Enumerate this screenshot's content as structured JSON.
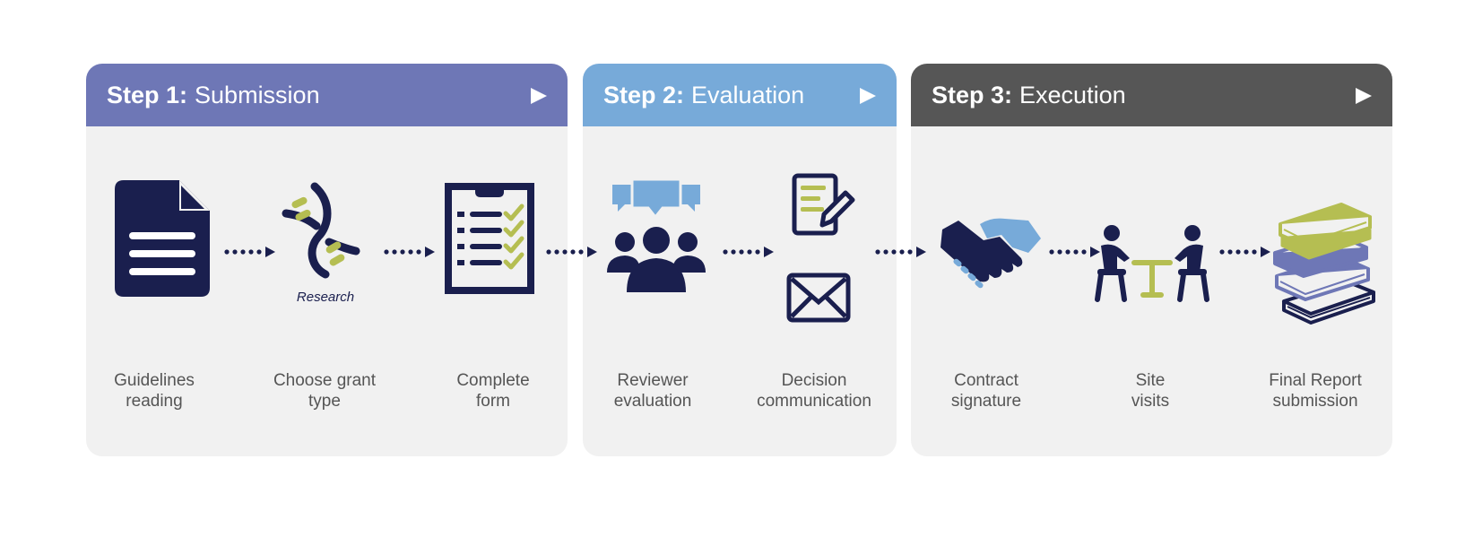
{
  "steps": [
    {
      "number": "Step 1:",
      "name": "Submission"
    },
    {
      "number": "Step 2:",
      "name": "Evaluation"
    },
    {
      "number": "Step 3:",
      "name": "Execution"
    }
  ],
  "items": [
    {
      "line1": "Guidelines",
      "line2": "reading",
      "icon": "document-icon"
    },
    {
      "line1": "Choose grant",
      "line2": "type",
      "icon": "dna-icon",
      "caption": "Research"
    },
    {
      "line1": "Complete",
      "line2": "form",
      "icon": "clipboard-checklist-icon"
    },
    {
      "line1": "Reviewer",
      "line2": "evaluation",
      "icon": "group-discussion-icon"
    },
    {
      "line1": "Decision",
      "line2": "communication",
      "icon": "letter-envelope-icon"
    },
    {
      "line1": "Contract",
      "line2": "signature",
      "icon": "handshake-icon"
    },
    {
      "line1": "Site",
      "line2": "visits",
      "icon": "meeting-table-icon"
    },
    {
      "line1": "Final Report",
      "line2": "submission",
      "icon": "book-stack-icon"
    }
  ],
  "colors": {
    "navy": "#1a1f4e",
    "step1": "#6e77b6",
    "step2": "#77aad9",
    "step3": "#565656",
    "lime": "#b5be52",
    "panel": "#f1f1f1"
  }
}
